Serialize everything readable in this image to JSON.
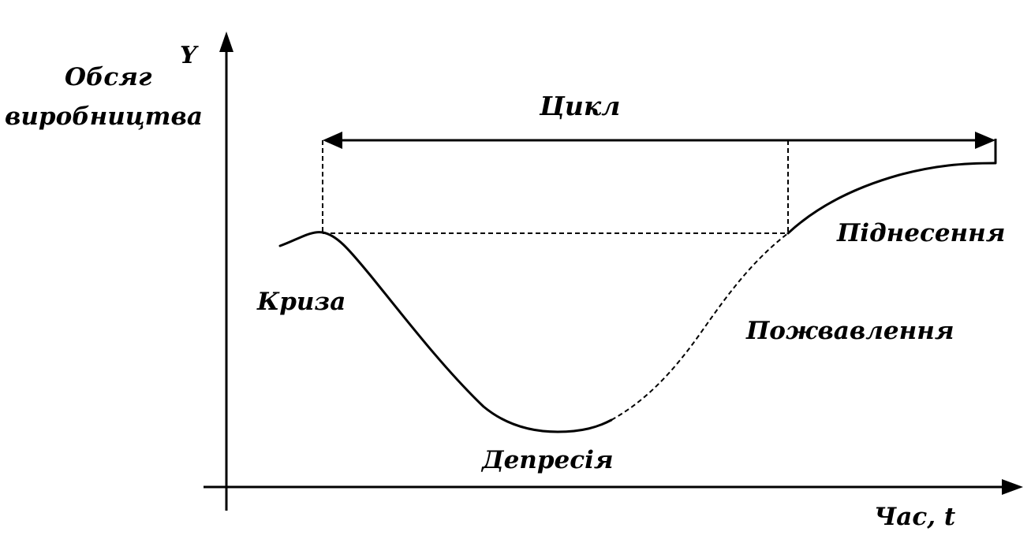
{
  "axes": {
    "y_symbol": "Y",
    "y_label_line1": "Обсяг",
    "y_label_line2": "виробництва",
    "x_label": "Час, t"
  },
  "cycle_label": "Цикл",
  "phases": {
    "crisis": "Криза",
    "depression": "Депресія",
    "revival": "Пожвавлення",
    "boom": "Піднесення"
  },
  "colors": {
    "ink": "#000000",
    "background": "#ffffff"
  }
}
